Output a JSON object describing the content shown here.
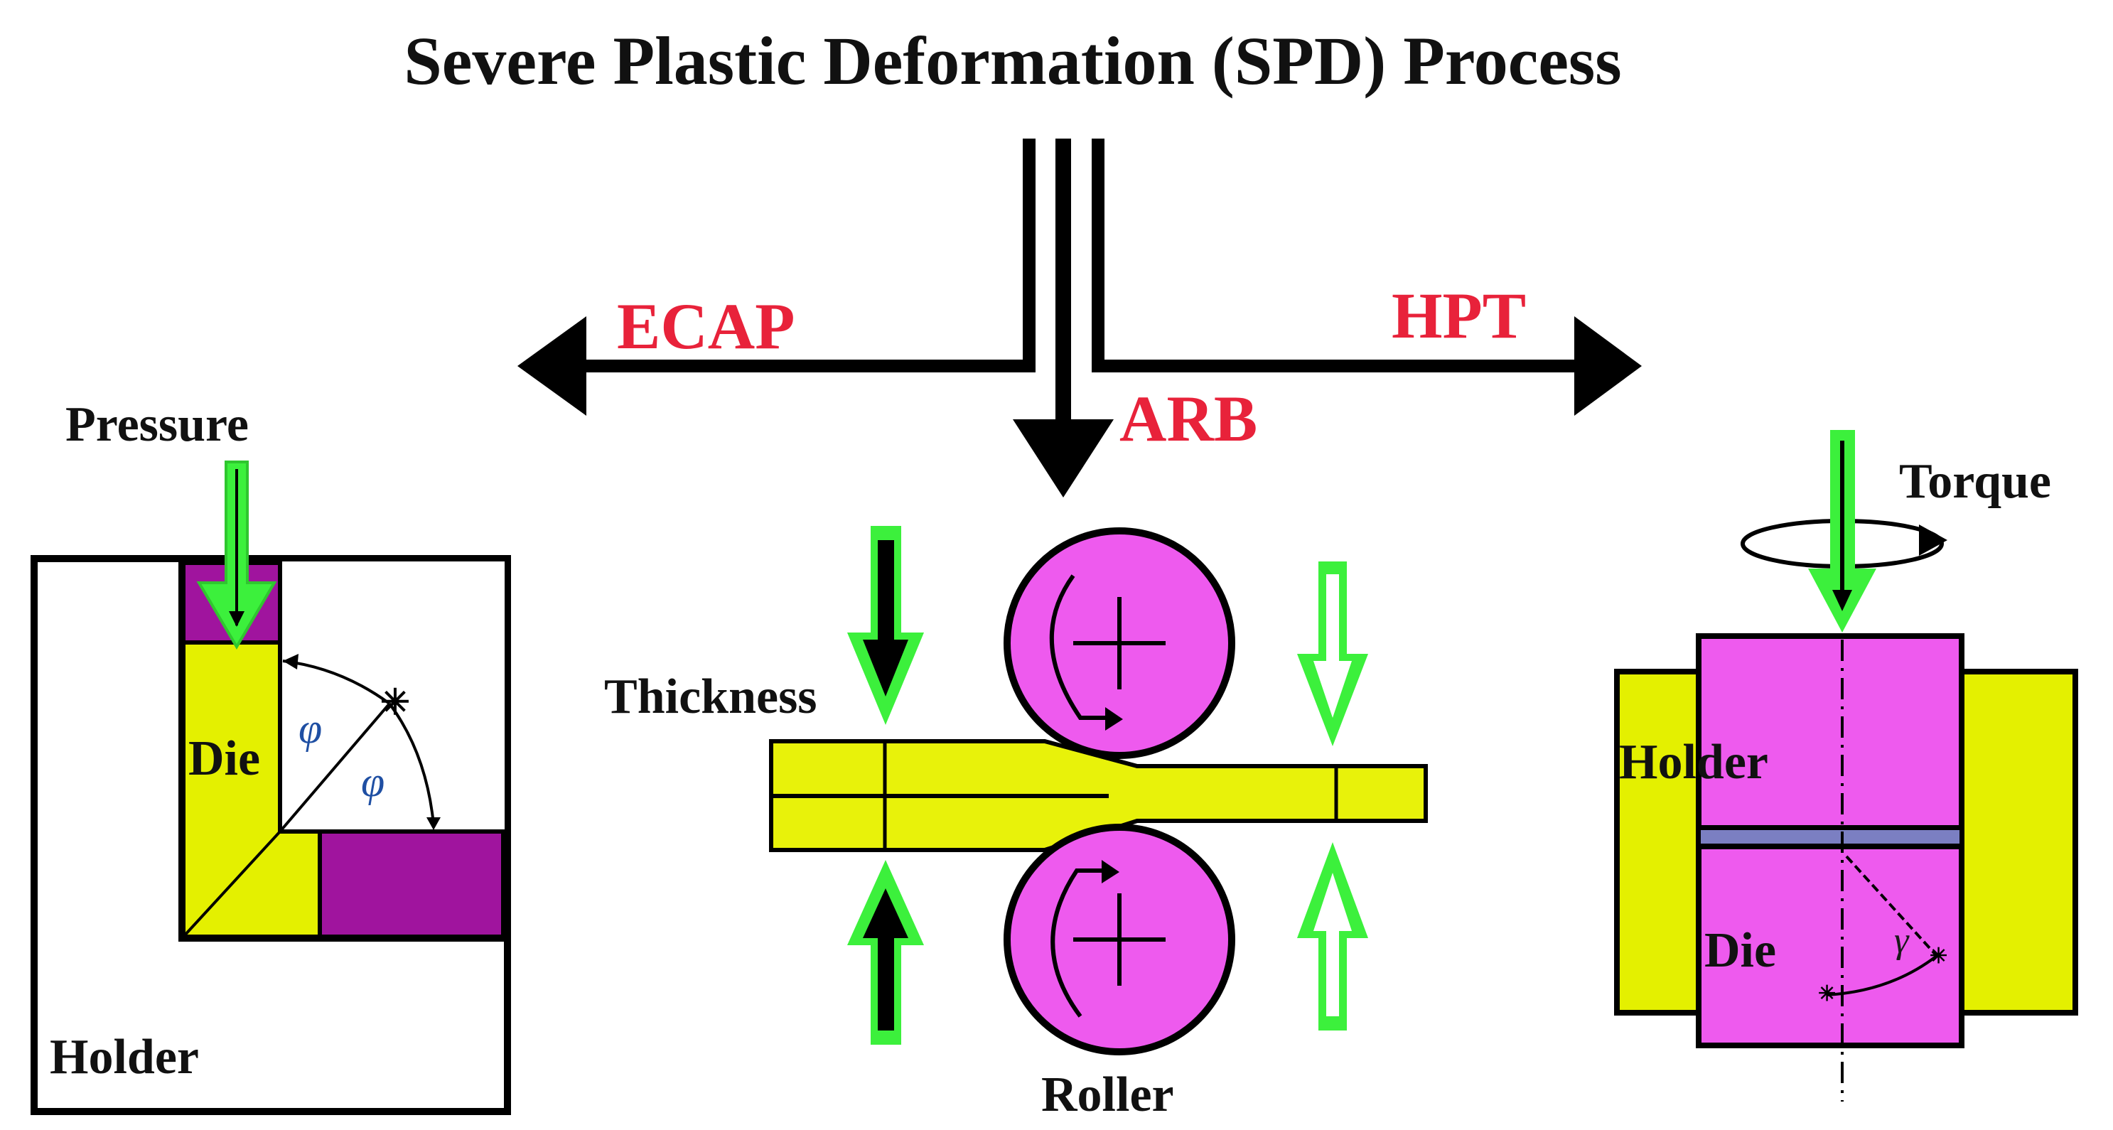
{
  "title": "Severe Plastic Deformation (SPD) Process",
  "processes": {
    "ecap": "ECAP",
    "arb": "ARB",
    "hpt": "HPT"
  },
  "ecap_panel": {
    "pressure": "Pressure",
    "die": "Die",
    "holder": "Holder",
    "angle_symbol": "φ"
  },
  "arb_panel": {
    "thickness": "Thickness",
    "roller": "Roller"
  },
  "hpt_panel": {
    "torque": "Torque",
    "holder": "Holder",
    "die": "Die",
    "shear_symbol": "γ"
  },
  "colors": {
    "magenta": "#ee5aee",
    "purple": "#a0149e",
    "yellow": "#e8f20a",
    "die_yellow": "#e4f000",
    "arrow_green": "#3cf03c",
    "label_red": "#e8223a",
    "black": "#000000"
  }
}
